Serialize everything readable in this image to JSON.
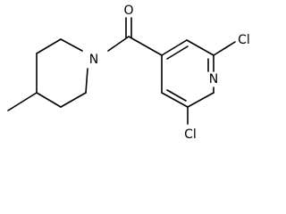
{
  "molecule": {
    "atoms": {
      "carbonyl_oxygen": "O",
      "piperidine_nitrogen": "N",
      "pyridine_nitrogen": "N",
      "chlorine_top": "Cl",
      "chlorine_bottom": "Cl"
    }
  }
}
